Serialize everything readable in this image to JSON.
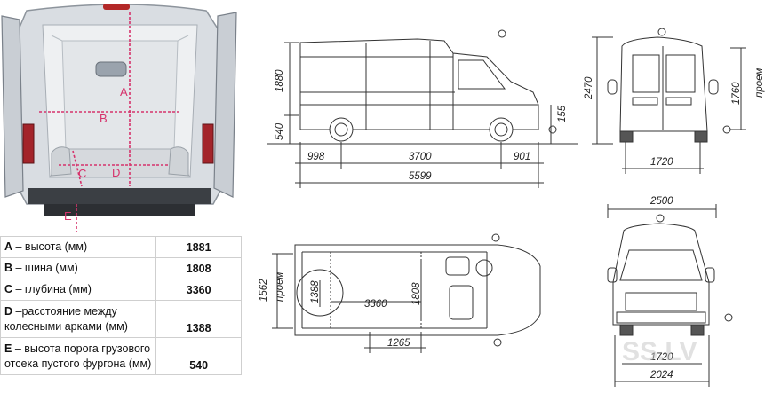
{
  "photo": {
    "labels": {
      "a": "A",
      "b": "B",
      "c": "C",
      "d": "D",
      "e": "E"
    }
  },
  "specs": [
    {
      "letter": "A",
      "label": " – высота (мм)",
      "value": "1881"
    },
    {
      "letter": "B",
      "label": " – шина (мм)",
      "value": "1808"
    },
    {
      "letter": "C",
      "label": " – глубина (мм)",
      "value": "3360"
    },
    {
      "letter": "D",
      "label": " –расстояние между колесными арками (мм)",
      "value": "1388"
    },
    {
      "letter": "E",
      "label": " – высота порога грузового отсека пустого фургона (мм)",
      "value": "540"
    }
  ],
  "side_view": {
    "height": "1880",
    "floor": "540",
    "clearance": "155",
    "front_overhang": "998",
    "wheelbase": "3700",
    "rear_overhang": "901",
    "length": "5599"
  },
  "rear_view": {
    "height": "2470",
    "opening_height": "1760",
    "opening_word": "проем",
    "track": "1720"
  },
  "top_view": {
    "cargo_width": "1808",
    "opening_width": "1562",
    "opening_word": "проем",
    "arch_distance": "1388",
    "cargo_length": "3360",
    "door_width": "1265"
  },
  "front_view": {
    "mirror_width": "2500",
    "track": "1720",
    "body_width": "2024"
  },
  "watermark": "SS.LV"
}
